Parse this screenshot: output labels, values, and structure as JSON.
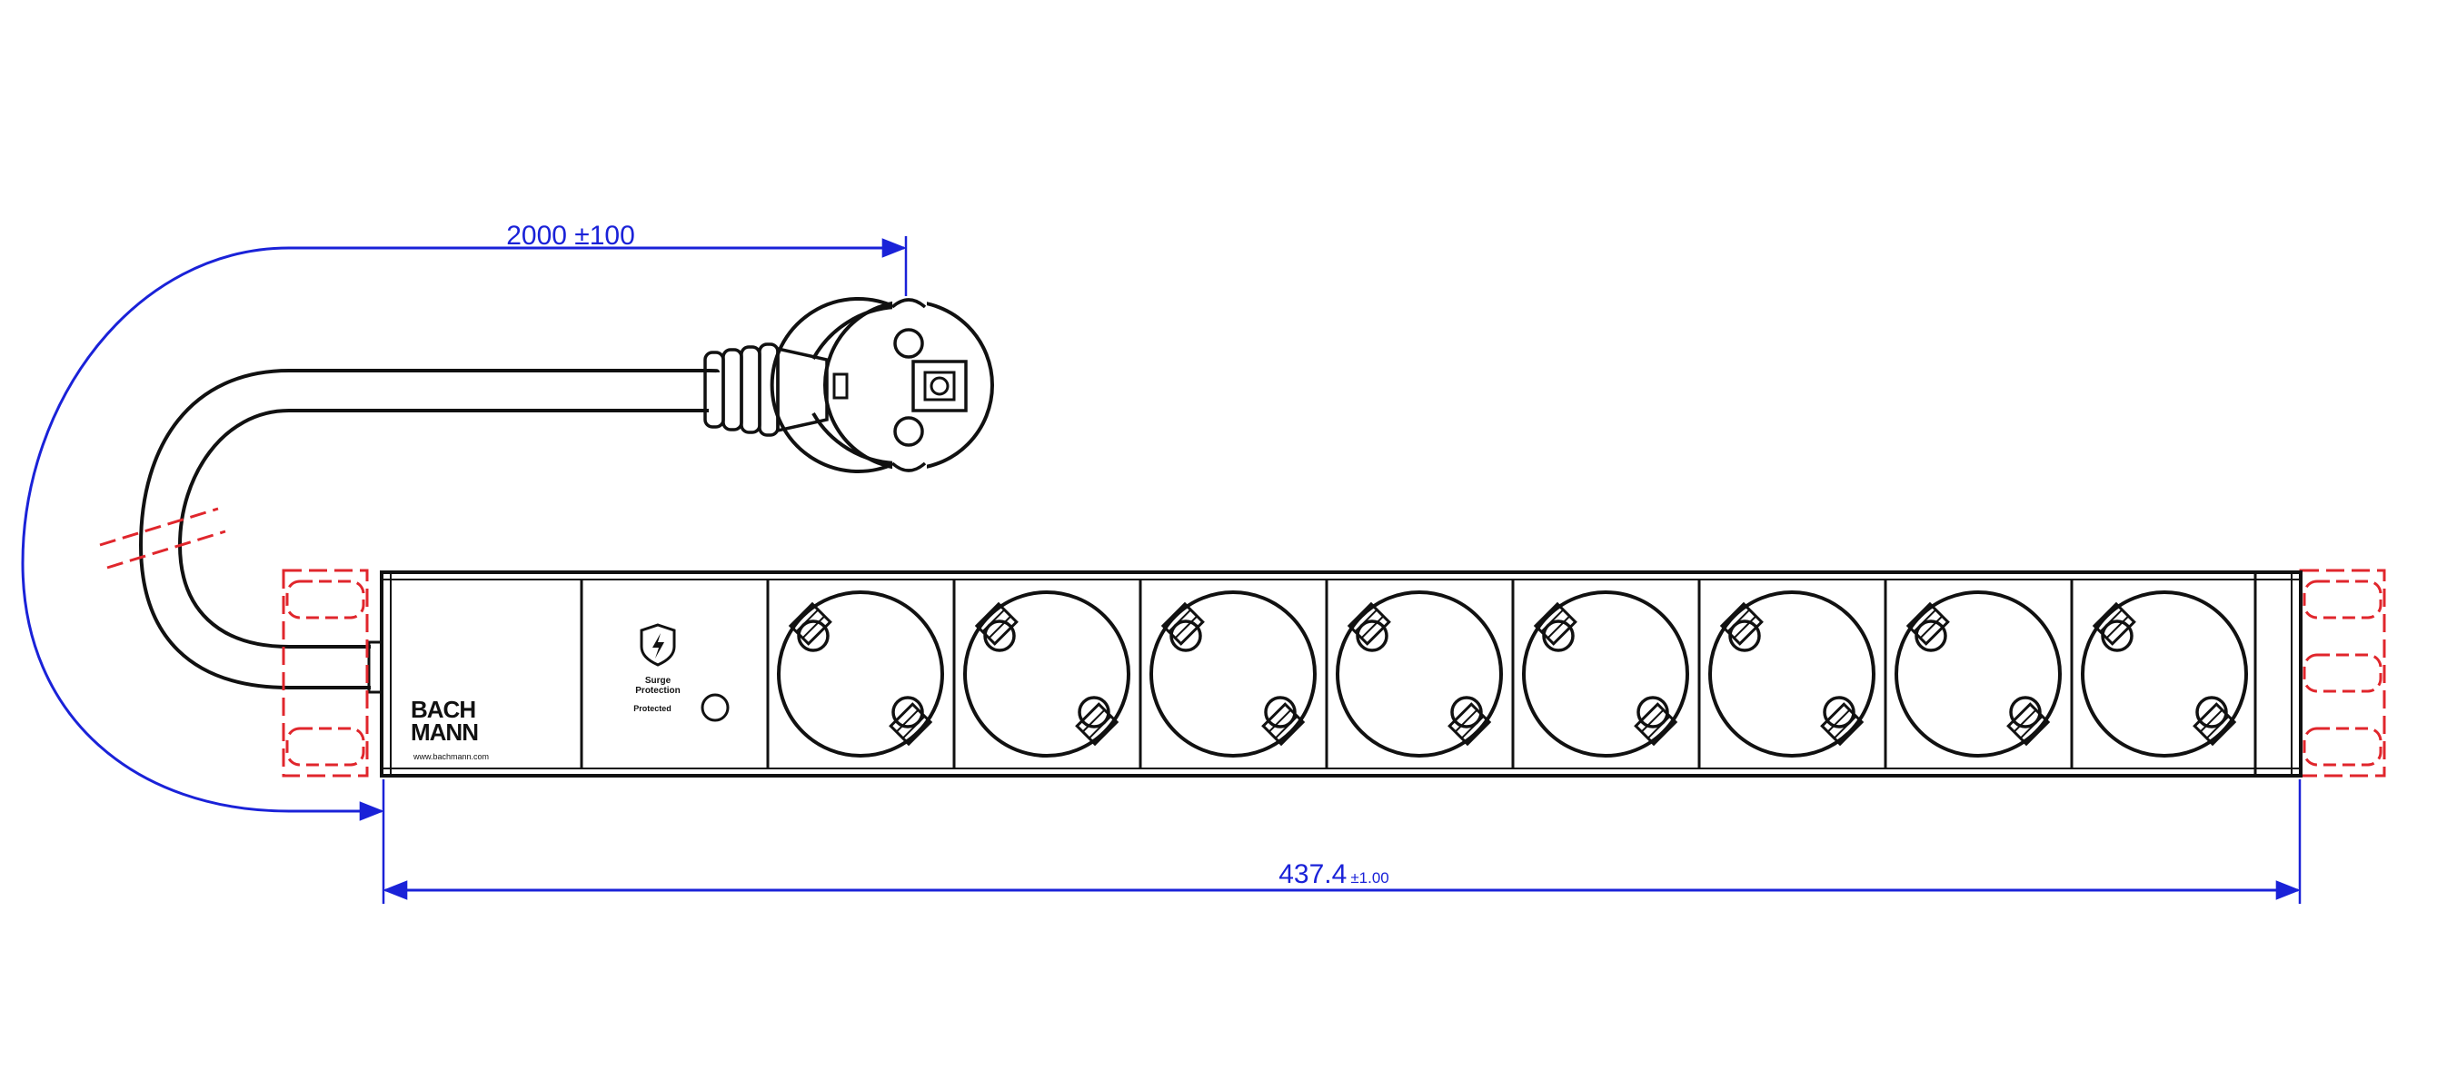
{
  "dimensions": {
    "cable_length": "2000 ±100",
    "strip_length_value": "437.4",
    "strip_length_tolerance": "±1.00"
  },
  "brand": {
    "logo_line1": "BACH",
    "logo_line2": "MANN",
    "website": "www.bachmann.com"
  },
  "surge_module": {
    "label_line1": "Surge",
    "label_line2": "Protection",
    "status_label": "Protected"
  },
  "socket_count": 8,
  "colors": {
    "outline": "#111111",
    "dimension_lines": "#1a22d8",
    "mounting_bracket": "#e0262c"
  }
}
